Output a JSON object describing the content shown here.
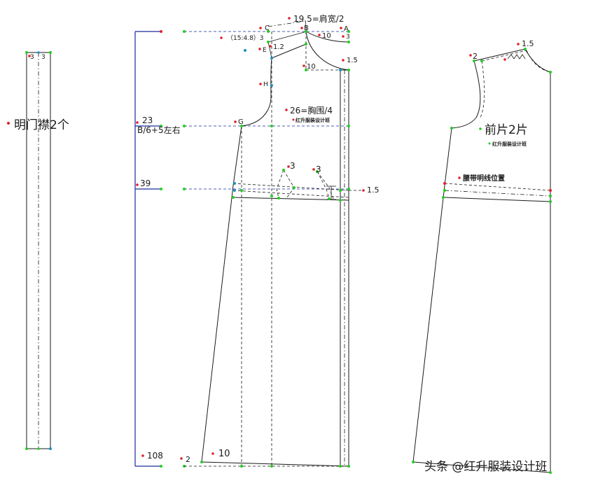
{
  "placket": {
    "label": "明门襟2个",
    "width_left": "3",
    "width_right": "3"
  },
  "draft": {
    "shoulder_label": "19.5=肩宽/2",
    "neck_depth": "3",
    "neck_width": "10",
    "slope_label": "（15:4.8）3",
    "slope_ext": "1.2",
    "armhole_depth_label": "10",
    "back_neck_drop": "1.5",
    "chest_depth_value": "23",
    "chest_depth_formula": "B/6+5左右",
    "chest_label": "26=胸围/4",
    "waist_depth": "39",
    "dart_left": "3",
    "dart_right": "3",
    "waist_shift": "1.5",
    "length": "108",
    "hem_flare": "10",
    "hem_rise": "2",
    "point_A": "A",
    "point_B": "B",
    "point_C": "C",
    "point_E": "E",
    "point_H": "H",
    "point_G": "G",
    "watermark": "红升服装设计班"
  },
  "front_piece": {
    "label": "前片2片",
    "ease": "1.5",
    "shoulder_small": "2",
    "waist_label": "腰带明线位置",
    "watermark": "红升服装设计班"
  },
  "footer": {
    "credit": "头条 @红升服装设计班"
  }
}
